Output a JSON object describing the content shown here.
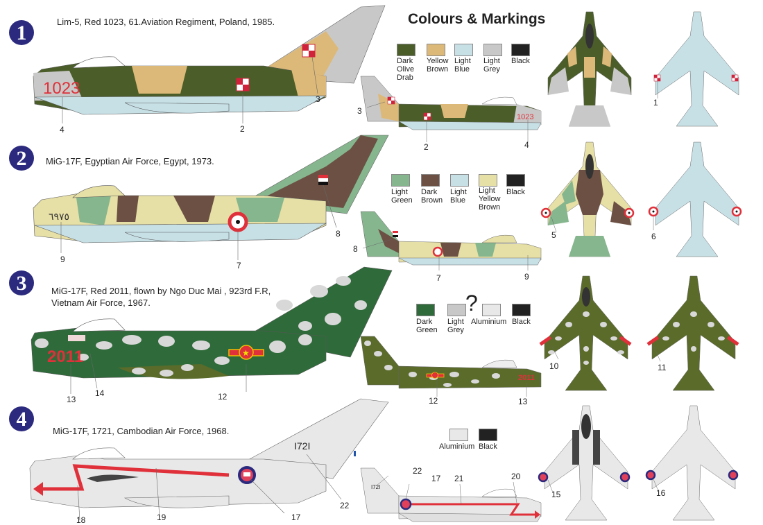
{
  "header": {
    "title": "Colours & Markings"
  },
  "schemes": [
    {
      "number": "1",
      "caption": "Lim-5, Red 1023, 61.Aviation Regiment, Poland, 1985.",
      "serial": "1023",
      "colors": {
        "dark_olive_drab": "#4b5e2a",
        "yellow_brown": "#dcb978",
        "light_blue": "#c7e0e6",
        "light_grey": "#c8c8c8",
        "black": "#222222"
      },
      "swatches": [
        {
          "label": "Dark\nOlive\nDrab",
          "color": "#4b5e2a"
        },
        {
          "label": "Yellow\nBrown",
          "color": "#dcb978"
        },
        {
          "label": "Light\nBlue",
          "color": "#c7e0e6"
        },
        {
          "label": "Light\nGrey",
          "color": "#c8c8c8"
        },
        {
          "label": "Black",
          "color": "#222222"
        }
      ],
      "callouts_side": [
        "4",
        "2",
        "3"
      ],
      "callouts_small": [
        "3",
        "2",
        "4"
      ],
      "callouts_plan": [
        "1"
      ]
    },
    {
      "number": "2",
      "caption": "MiG-17F, Egyptian Air Force, Egypt, 1973.",
      "serial": "٦٩٧٥",
      "swatches": [
        {
          "label": "Light\nGreen",
          "color": "#86b68e"
        },
        {
          "label": "Dark\nBrown",
          "color": "#6b5043"
        },
        {
          "label": "Light\nBlue",
          "color": "#c7e0e6"
        },
        {
          "label": "Light\nYellow\nBrown",
          "color": "#e6dfa6"
        },
        {
          "label": "Black",
          "color": "#222222"
        }
      ],
      "callouts_side": [
        "9",
        "7",
        "8"
      ],
      "callouts_small": [
        "8",
        "7",
        "9"
      ],
      "callouts_plan": [
        "5",
        "6"
      ]
    },
    {
      "number": "3",
      "caption_line1": "MiG-17F, Red 2011, flown by Ngo  Duc  Mai , 923rd F.R,",
      "caption_line2": "Vietnam Air Force, 1967.",
      "serial": "2011",
      "question_mark": "?",
      "swatches": [
        {
          "label": "Dark\nGreen",
          "color": "#2f6b3a"
        },
        {
          "label": "Light\nGrey",
          "color": "#c8c8c8"
        },
        {
          "label": "Aluminium",
          "color": "#e8e8e8"
        },
        {
          "label": "Black",
          "color": "#222222"
        }
      ],
      "callouts_side": [
        "13",
        "14",
        "12"
      ],
      "callouts_small": [
        "12",
        "13"
      ],
      "callouts_plan": [
        "10",
        "11"
      ]
    },
    {
      "number": "4",
      "caption": "MiG-17F, 1721, Cambodian Air Force, 1968.",
      "serial": "I72I",
      "swatches": [
        {
          "label": "Aluminium",
          "color": "#e8e8e8"
        },
        {
          "label": "Black",
          "color": "#222222"
        }
      ],
      "callouts_side": [
        "18",
        "19",
        "17",
        "22"
      ],
      "callouts_small": [
        "22",
        "17",
        "21",
        "20"
      ],
      "callouts_plan": [
        "15",
        "16"
      ]
    }
  ]
}
